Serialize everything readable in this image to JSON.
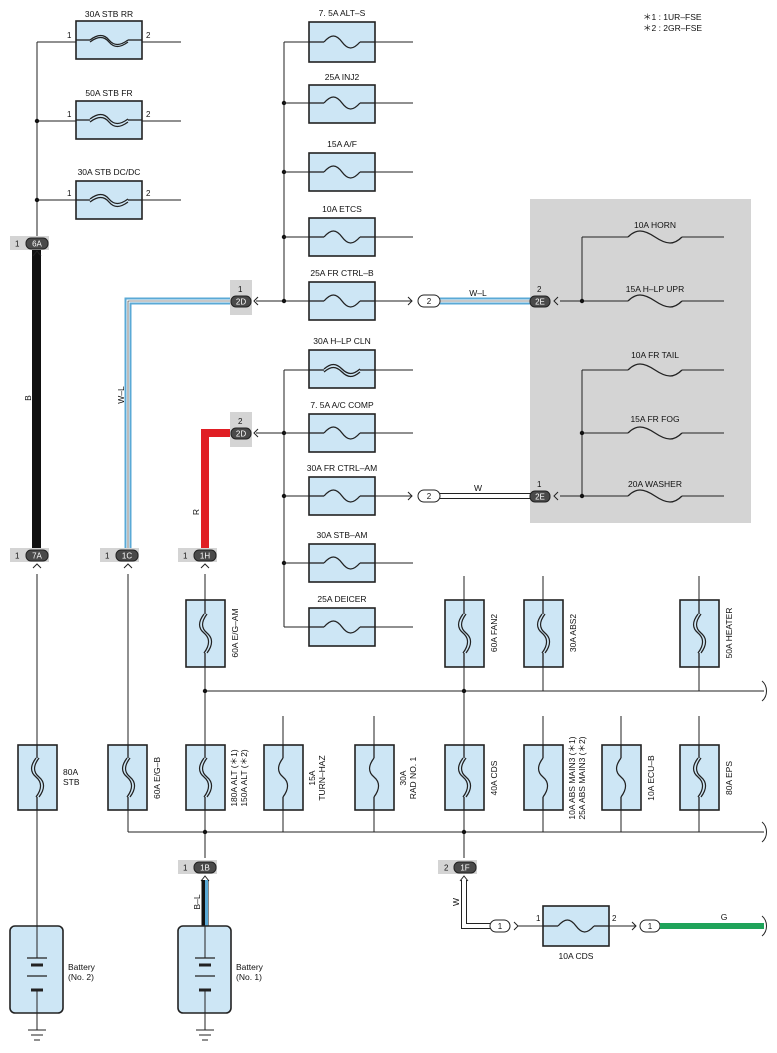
{
  "legend": {
    "note1": "＊1 : 1UR–FSE",
    "note2": "＊2 : 2GR–FSE"
  },
  "top_fuses": {
    "stb_rr": "30A STB RR",
    "stb_fr": "50A STB FR",
    "stb_dcdc": "30A STB DC/DC",
    "pin1": "1",
    "pin2": "2"
  },
  "mid_fuses": {
    "alt_s": "7. 5A ALT–S",
    "inj2": "25A INJ2",
    "af": "15A A/F",
    "etcs": "10A ETCS",
    "fr_ctrl_b": "25A FR CTRL–B",
    "h_lp_cln": "30A H–LP CLN",
    "ac_comp": "7. 5A A/C COMP",
    "fr_ctrl_am": "30A FR CTRL–AM",
    "stb_am": "30A STB–AM",
    "deicer": "25A DEICER"
  },
  "gray_fuses": {
    "horn": "10A HORN",
    "h_lp_upr": "15A H–LP UPR",
    "fr_tail": "10A FR TAIL",
    "fr_fog": "15A FR FOG",
    "washer": "20A WASHER"
  },
  "vertical_fuses": {
    "eg_am": "60A E/G–AM",
    "fan2": "60A FAN2",
    "abs2": "30A ABS2",
    "heater": "50A HEATER",
    "stb80_a": "80A",
    "stb80_b": "STB",
    "eg_b": "60A E/G–B",
    "alt_a": "180A ALT (＊1)",
    "alt_b": "150A ALT (＊2)",
    "turn_a": "15A",
    "turn_b": "TURN–HAZ",
    "rad_a": "30A",
    "rad_b": "RAD NO. 1",
    "cds40": "40A CDS",
    "abs_main_a": "10A ABS MAIN3 (＊1)",
    "abs_main_b": "25A ABS MAIN3 (＊2)",
    "ecu_b": "10A ECU–B",
    "eps": "80A EPS"
  },
  "bottom": {
    "cds10": "10A CDS",
    "pin1": "1",
    "pin2": "2"
  },
  "connectors": {
    "c6A": "6A",
    "c7A": "7A",
    "c1C": "1C",
    "c1H": "1H",
    "c1B": "1B",
    "c1F": "1F",
    "c2D": "2D",
    "c2E": "2E",
    "c2": "2",
    "c1": "1",
    "p1": "1",
    "p2": "2"
  },
  "wires": {
    "B": "B",
    "WL": "W–L",
    "R": "R",
    "W": "W",
    "BL": "B–L",
    "G": "G"
  },
  "batteries": {
    "b2_line1": "Battery",
    "b2_line2": "(No. 2)",
    "b1_line1": "Battery",
    "b1_line2": "(No. 1)"
  }
}
